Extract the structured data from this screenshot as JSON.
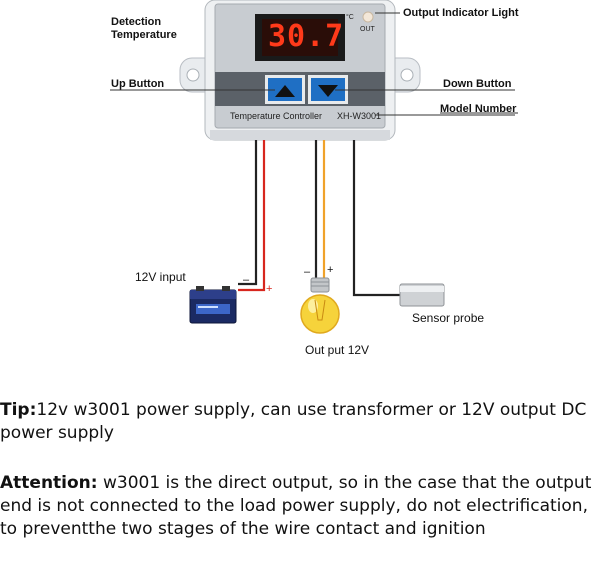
{
  "labels": {
    "detection_temperature": "Detection\nTemperature",
    "output_indicator": "Output Indicator Light",
    "up_button": "Up Button",
    "down_button": "Down Button",
    "model_number": "Model Number",
    "input_12v": "12V input",
    "sensor_probe": "Sensor probe",
    "output_12v": "Out put 12V"
  },
  "device": {
    "display_value": "30.7",
    "unit": "°C",
    "out_label": "OUT",
    "panel_name": "Temperature Controller",
    "model": "XH-W3001"
  },
  "polarity": {
    "battery_minus": "–",
    "battery_plus": "+",
    "bulb_minus": "–",
    "bulb_plus": "+"
  },
  "notes": {
    "tip_label": "Tip:",
    "tip_text": "12v w3001 power supply, can use transformer or 12V output DC power supply",
    "attention_label": "Attention:",
    "attention_text": " w3001 is the direct output, so in the case that the output end is not connected to the load power supply, do not electrification, to preventthe two stages of the wire contact and ignition"
  },
  "colors": {
    "lcd_red": "#ff3a1a",
    "button_blue": "#1f6fc4",
    "wire_red": "#d7261e",
    "wire_orange": "#f0a22a",
    "bulb_yellow": "#f6d33b"
  }
}
